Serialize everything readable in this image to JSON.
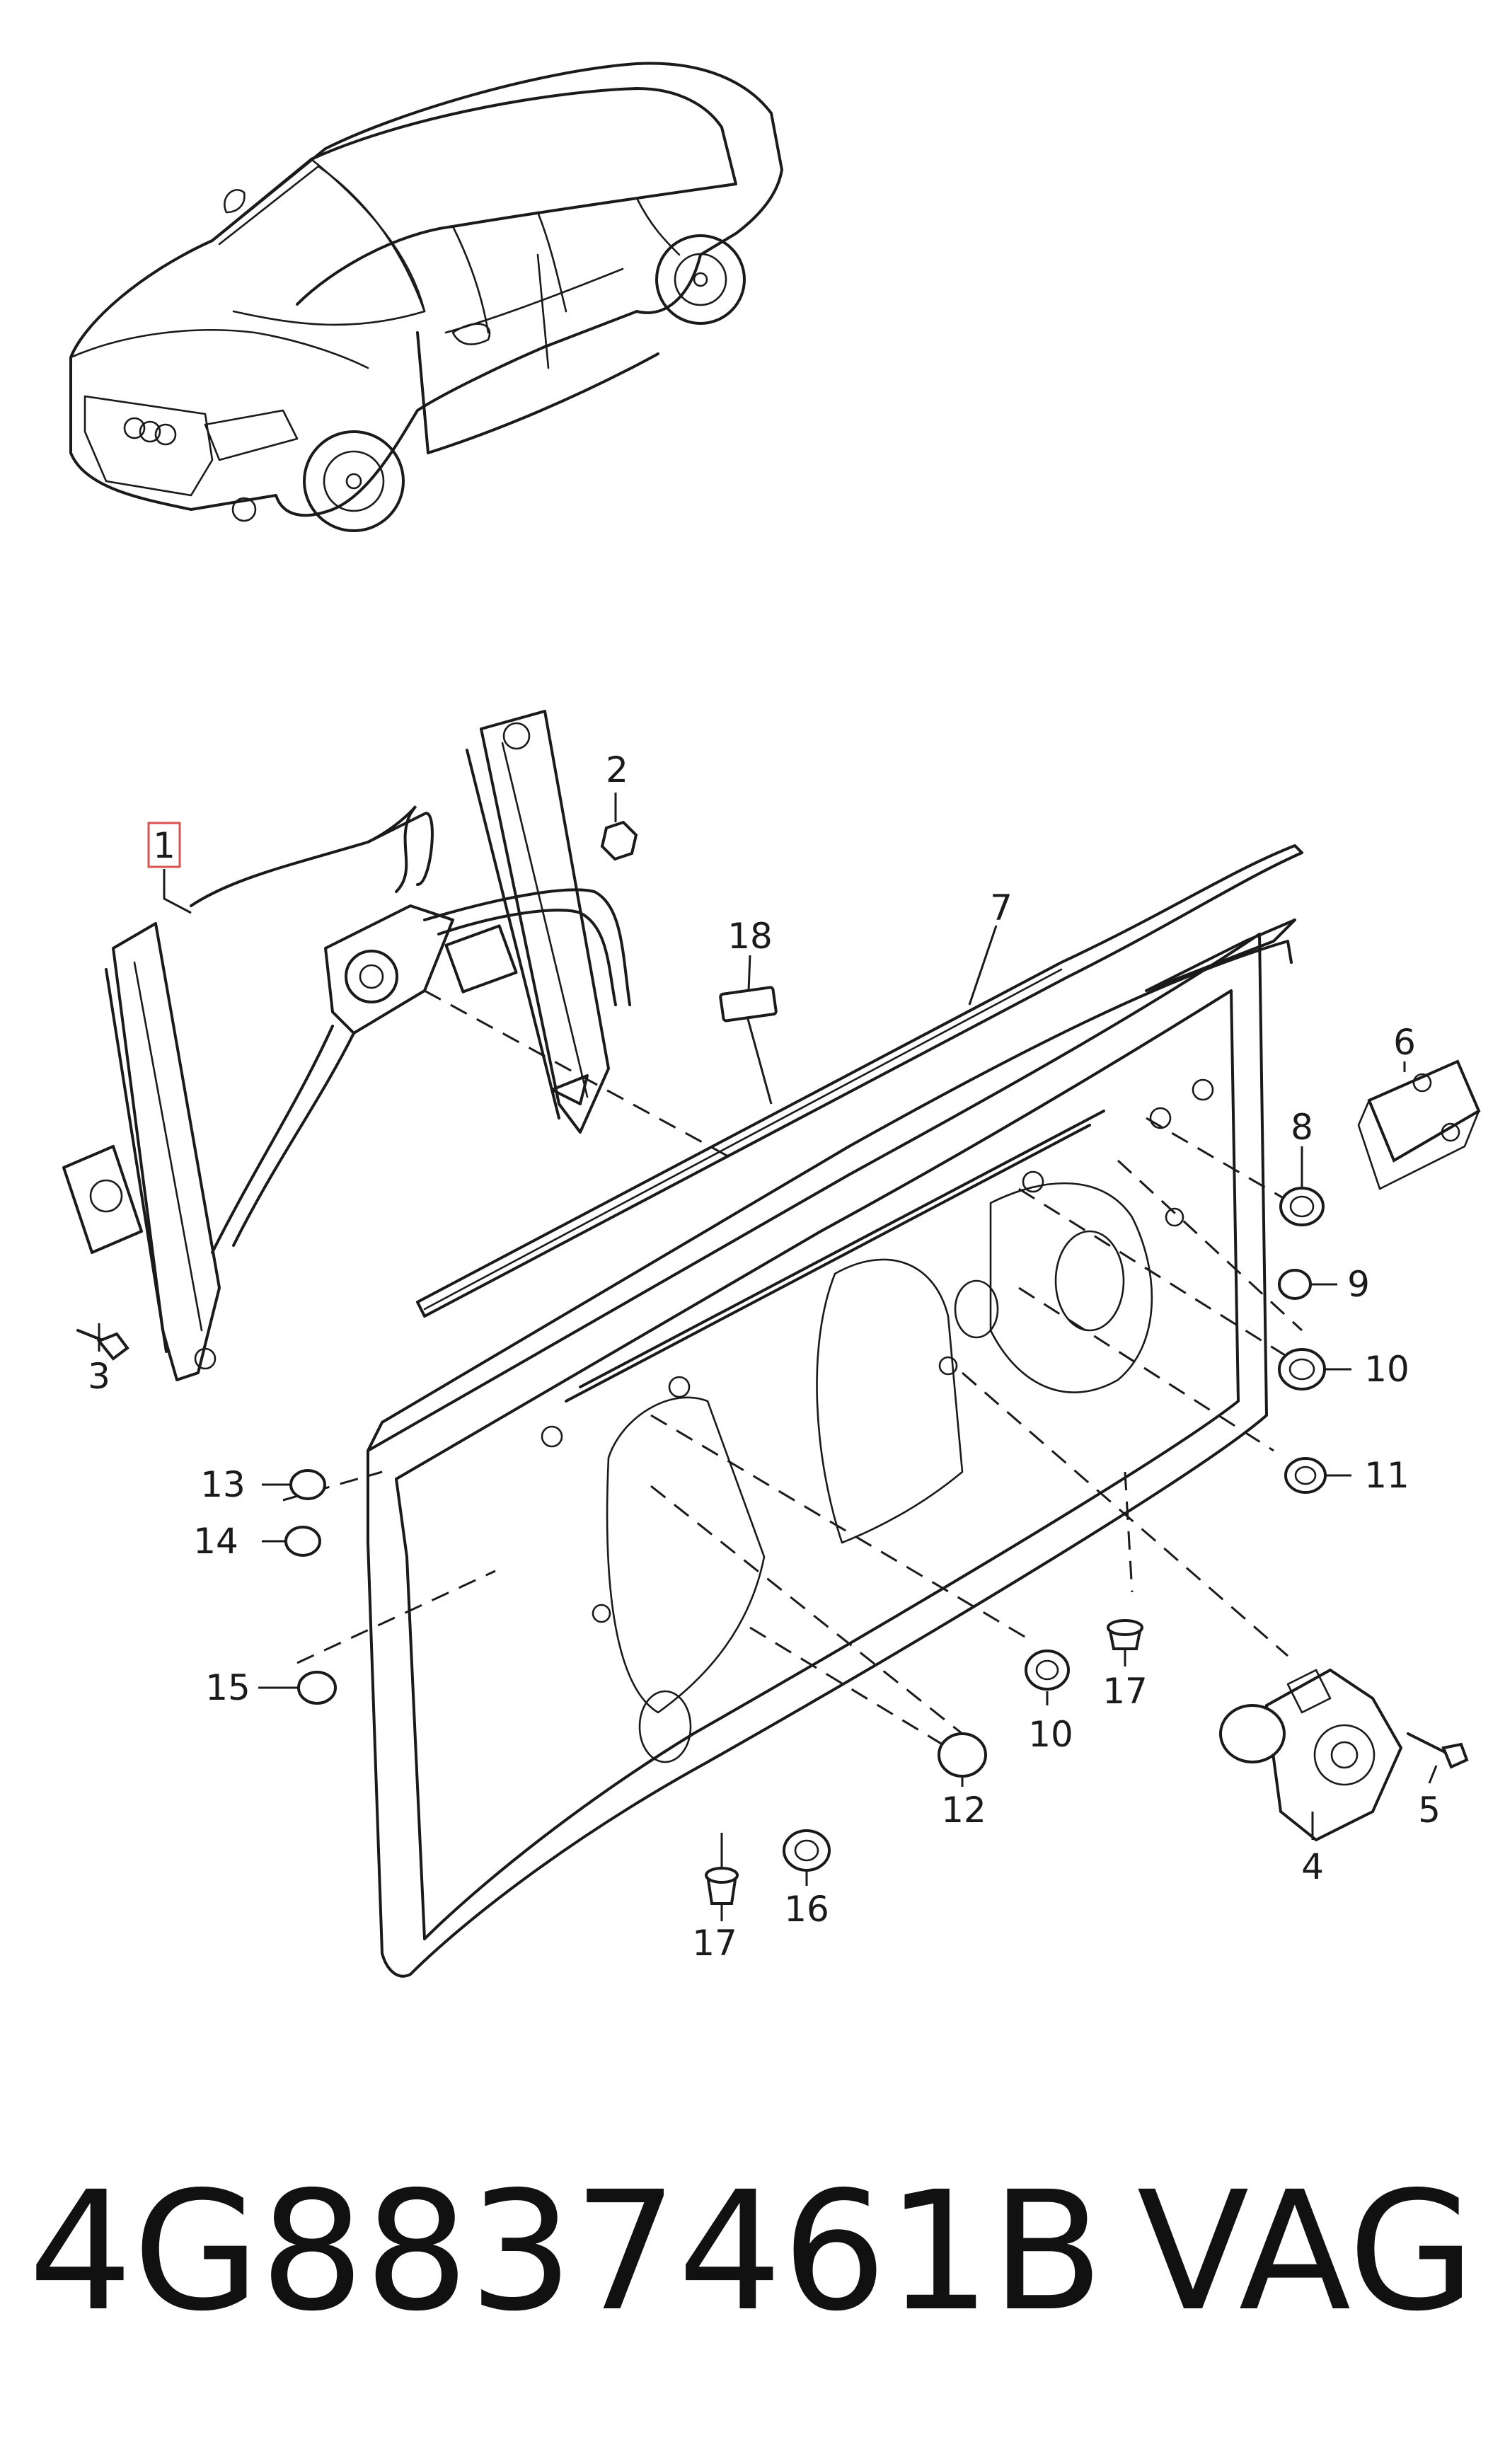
{
  "callouts": {
    "c1": "1",
    "c2": "2",
    "c3": "3",
    "c4": "4",
    "c5": "5",
    "c6": "6",
    "c7": "7",
    "c8": "8",
    "c9": "9",
    "c10a": "10",
    "c10b": "10",
    "c11": "11",
    "c12": "12",
    "c13": "13",
    "c14": "14",
    "c15": "15",
    "c16": "16",
    "c17a": "17",
    "c17b": "17",
    "c18": "18"
  },
  "highlight_color": "#d9534f",
  "footer": {
    "part_number": "4G8837461B",
    "brand": "VAG"
  }
}
